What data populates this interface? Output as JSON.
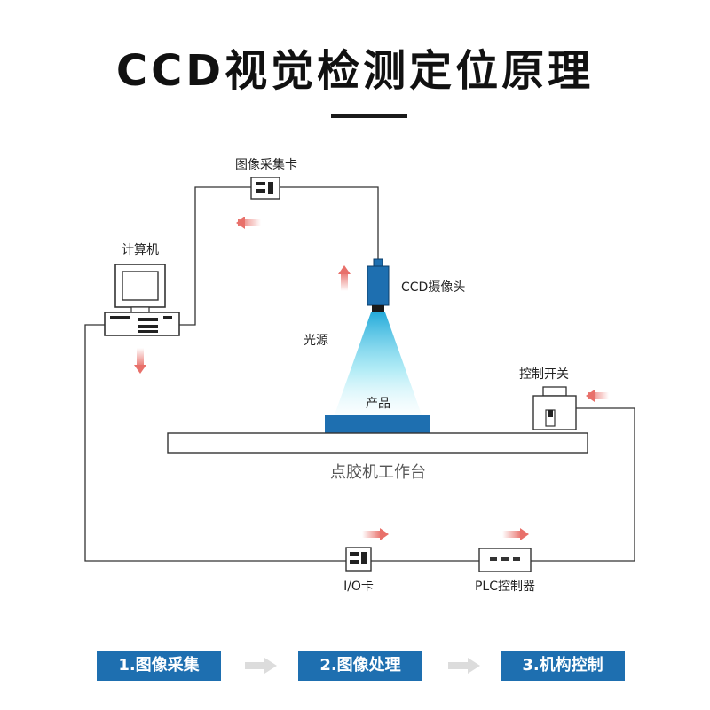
{
  "title": "CCD视觉检测定位原理",
  "labels": {
    "capture_card": "图像采集卡",
    "computer": "计算机",
    "ccd_camera": "CCD摄像头",
    "light_source": "光源",
    "product": "产品",
    "control_switch": "控制开关",
    "workbench": "点胶机工作台",
    "io_card": "I/O卡",
    "plc": "PLC控制器"
  },
  "steps": [
    {
      "label": "1.图像采集"
    },
    {
      "label": "2.图像处理"
    },
    {
      "label": "3.机构控制"
    }
  ],
  "colors": {
    "accent_blue": "#1e6fb0",
    "flow_arrow": "#e8706a",
    "step_arrow": "#d9d9d9",
    "beam_light": "#2ec8e8",
    "line": "#333333"
  }
}
